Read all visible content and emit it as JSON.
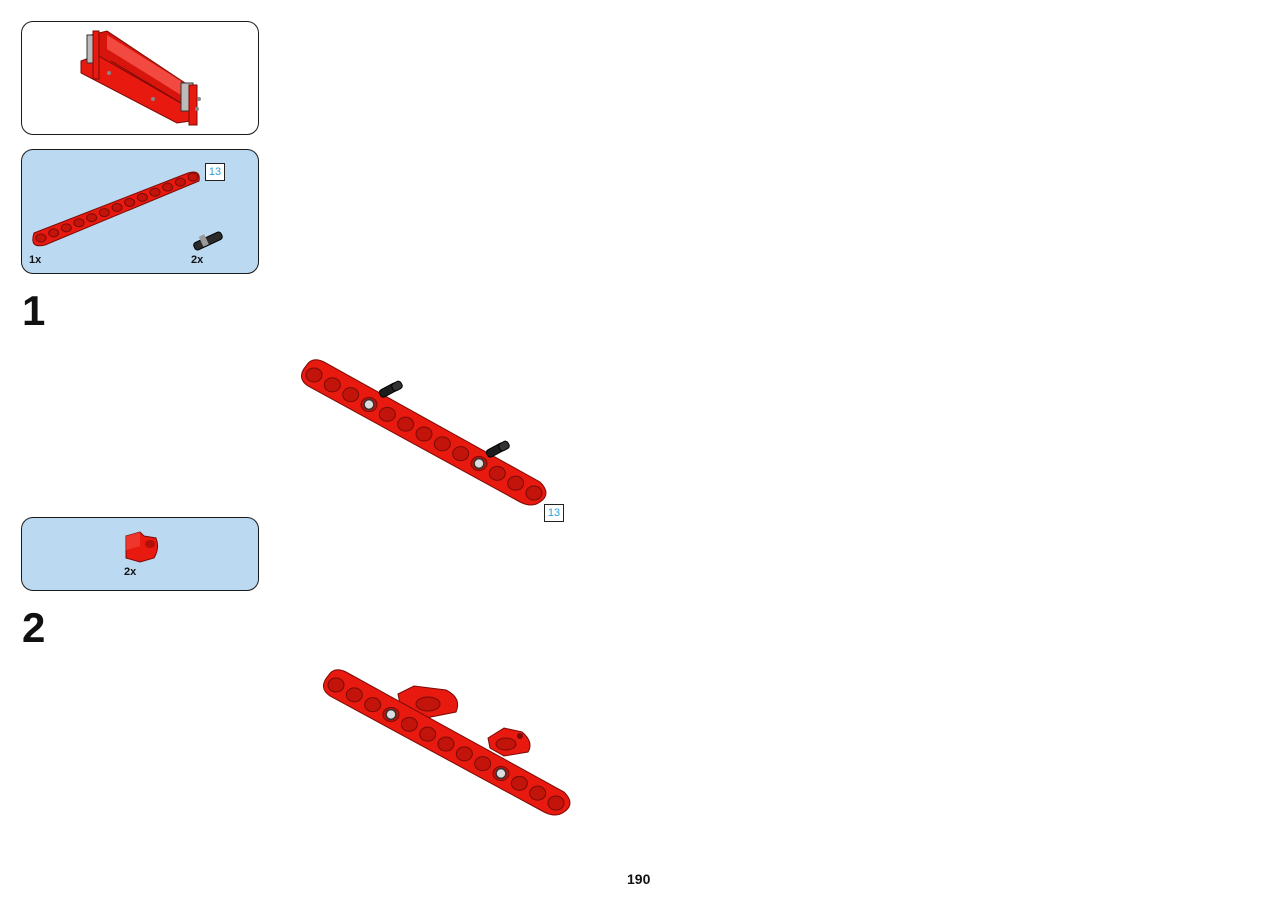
{
  "sub_model_callout": {},
  "parts_list_1": {
    "beam_quantity": "1x",
    "beam_length": "13",
    "pin_quantity": "2x"
  },
  "step_1": {
    "number": "1",
    "beam_length": "13"
  },
  "parts_list_2": {
    "connector_quantity": "2x"
  },
  "step_2": {
    "number": "2"
  },
  "page_number": "190",
  "colors": {
    "brick_red": "#e8190f",
    "callout_blue": "#bcd9f2",
    "length_tag_text": "#2a9fd6"
  }
}
